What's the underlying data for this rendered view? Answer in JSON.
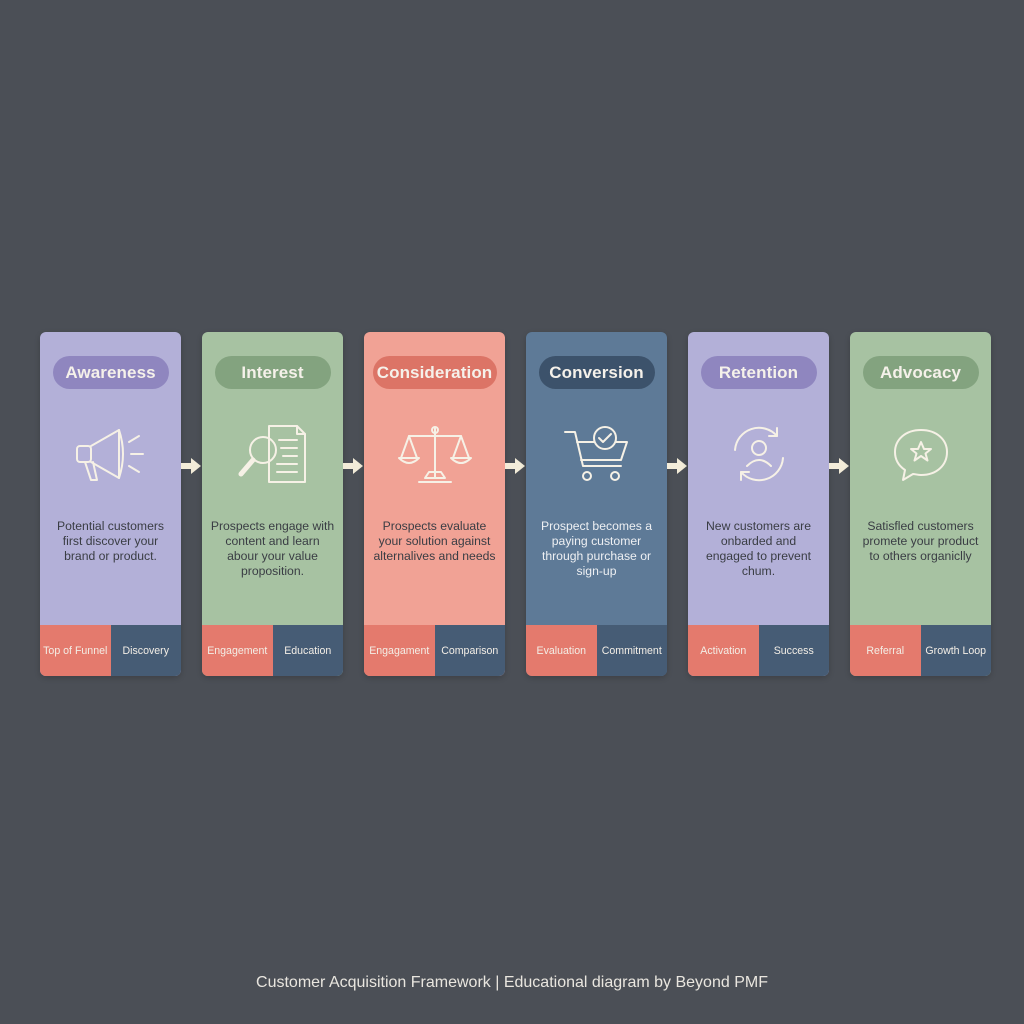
{
  "colors": {
    "background": "#4b4f56",
    "lavender": "#b3b0d8",
    "sage": "#a7c2a2",
    "salmon": "#f1a295",
    "slate_blue": "#5e7a97",
    "tag_salmon": "#e47a6d",
    "tag_navy": "#465c75",
    "arrow": "#f3ecd9"
  },
  "stages": [
    {
      "title": "Awareness",
      "icon": "megaphone-icon",
      "description": "Potential customers first discover your brand or product.",
      "tag_left": "Top of Funnel",
      "tag_right": "Discovery"
    },
    {
      "title": "Interest",
      "icon": "magnifier-document-icon",
      "description": "Prospects engage with content and learn abour your value proposition.",
      "tag_left": "Engagement",
      "tag_right": "Education"
    },
    {
      "title": "Consideration",
      "icon": "scales-icon",
      "description": "Prospects evaluate your solution against alternalives and needs",
      "tag_left": "Engagament",
      "tag_right": "Comparison"
    },
    {
      "title": "Conversion",
      "icon": "shopping-cart-check-icon",
      "description": "Prospect becomes a paying customer through purchase or sign-up",
      "tag_left": "Evaluation",
      "tag_right": "Commitment"
    },
    {
      "title": "Retention",
      "icon": "user-cycle-icon",
      "description": "New customers are onbarded and engaged to prevent chum.",
      "tag_left": "Activation",
      "tag_right": "Success"
    },
    {
      "title": "Advocacy",
      "icon": "speech-star-icon",
      "description": "Satisfled customers promete your product to others organiclly",
      "tag_left": "Referral",
      "tag_right": "Growth Loop"
    }
  ],
  "footer": "Customer Acquisition Framework | Educational diagram by Beyond PMF"
}
